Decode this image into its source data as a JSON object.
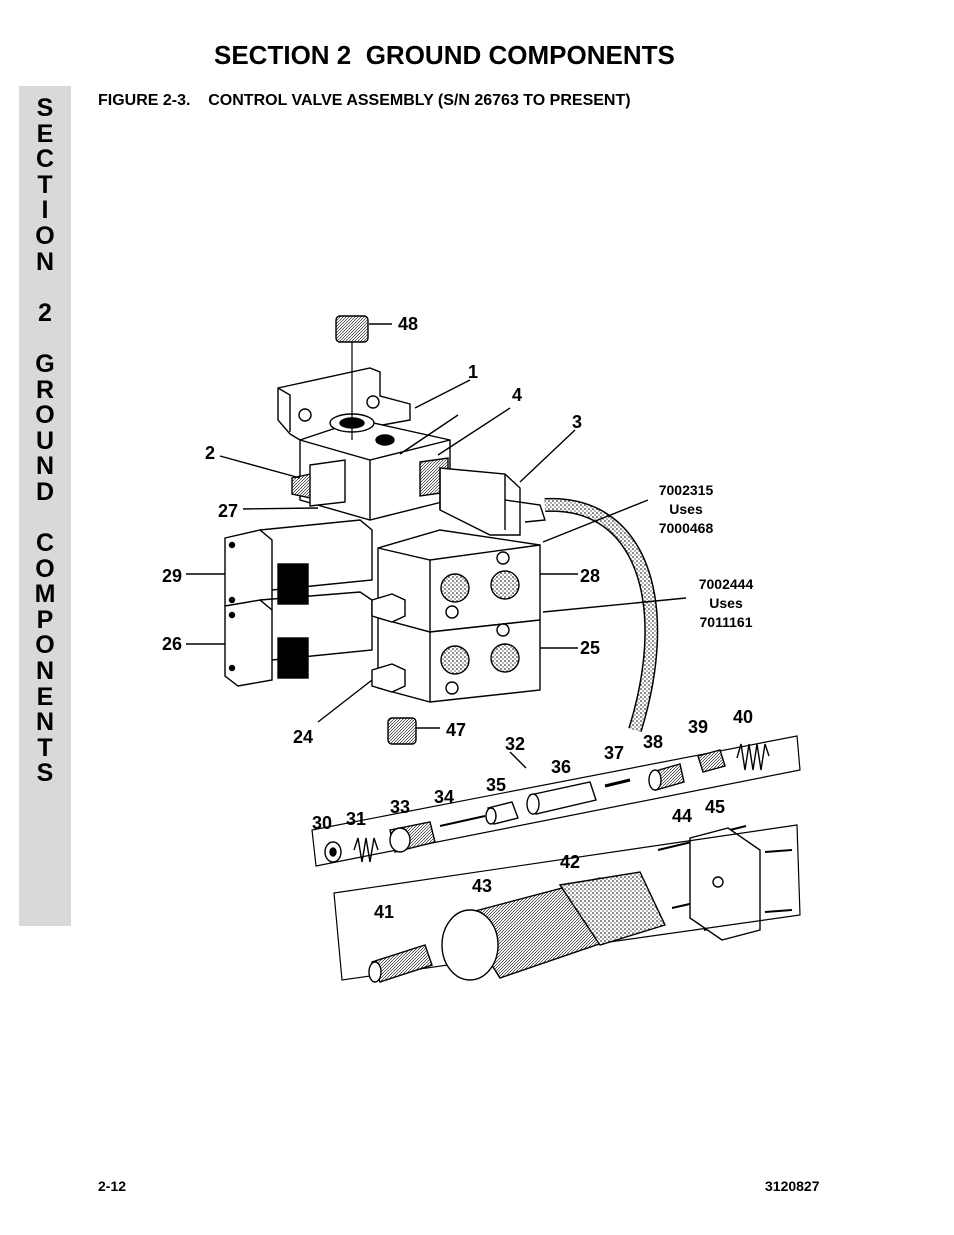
{
  "header": {
    "section_title": "SECTION 2  GROUND COMPONENTS",
    "figure_caption": "FIGURE 2-3.    CONTROL VALVE ASSEMBLY (S/N 26763 TO PRESENT)"
  },
  "side_tab": {
    "letters": [
      "S",
      "E",
      "C",
      "T",
      "I",
      "O",
      "N",
      "",
      "2",
      "",
      "G",
      "R",
      "O",
      "U",
      "N",
      "D",
      "",
      "C",
      "O",
      "M",
      "P",
      "O",
      "N",
      "E",
      "N",
      "T",
      "S"
    ]
  },
  "figure": {
    "callouts": {
      "c48": "48",
      "c1": "1",
      "c4": "4",
      "c3": "3",
      "c2": "2",
      "c27": "27",
      "c29": "29",
      "c28": "28",
      "c26": "26",
      "c25": "25",
      "c24": "24",
      "c47": "47",
      "c32": "32",
      "c39": "39",
      "c40": "40",
      "c37": "37",
      "c38": "38",
      "c36": "36",
      "c35": "35",
      "c34": "34",
      "c33": "33",
      "c31": "31",
      "c30": "30",
      "c44": "44",
      "c45": "45",
      "c42": "42",
      "c43": "43",
      "c41": "41"
    },
    "note1": {
      "line1": "7002315",
      "line2": "Uses",
      "line3": "7000468"
    },
    "note2": {
      "line1": "7002444",
      "line2": "Uses",
      "line3": "7011161"
    }
  },
  "footer": {
    "page_number": "2-12",
    "doc_number": "3120827"
  }
}
